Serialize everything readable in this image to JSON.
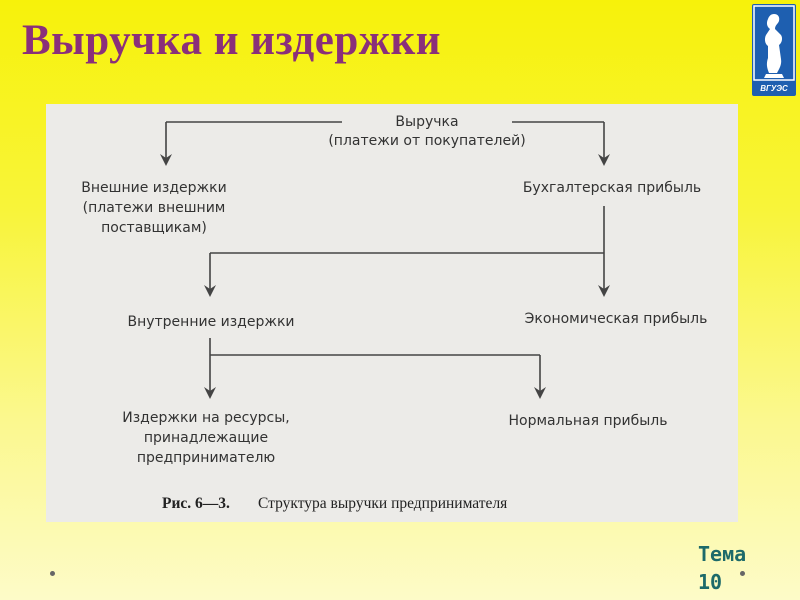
{
  "slide": {
    "title": "Выручка и издержки",
    "logo_text": "ВГУЭС",
    "topic_label": "Тема",
    "topic_number": "10"
  },
  "diagram": {
    "revenue": [
      "Выручка",
      "(платежи от покупателей)"
    ],
    "external_costs": [
      "Внешние издержки",
      "(платежи внешним",
      "поставщикам)"
    ],
    "accounting_profit": "Бухгалтерская прибыль",
    "internal_costs": "Внутренние издержки",
    "economic_profit": "Экономическая прибыль",
    "owner_resource_costs": [
      "Издержки на ресурсы,",
      "принадлежащие",
      "предпринимателю"
    ],
    "normal_profit": "Нормальная прибыль",
    "caption_prefix": "Рис. 6—3.",
    "caption_text": "Структура выручки предпринимателя"
  },
  "colors": {
    "title": "#8a2f7a",
    "topic": "#1d6a6a",
    "logo_bg": "#1e5fb0"
  }
}
